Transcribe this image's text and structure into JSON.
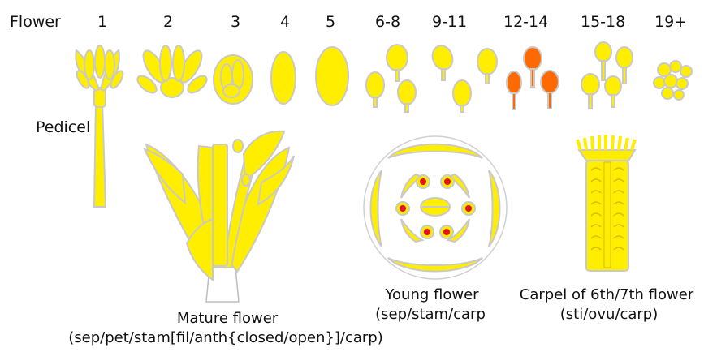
{
  "header": {
    "row_label": "Flower",
    "stages": [
      "1",
      "2",
      "3",
      "4",
      "5",
      "6-8",
      "9-11",
      "12-14",
      "15-18",
      "19+"
    ]
  },
  "labels": {
    "pedicel": "Pedicel",
    "mature_title": "Mature flower",
    "mature_parts": "(sep/pet/stam[fil/anth{closed/open}]/carp)",
    "young_title": "Young flower",
    "young_parts": "(sep/stam/carp",
    "carpel_title": "Carpel of 6th/7th flower",
    "carpel_parts": "(sti/ovu/carp)"
  },
  "colors": {
    "organ": "#ffee00",
    "highlight": "#ff6a00",
    "anther_dot": "#e8101e",
    "outline": "#c9c9c9"
  }
}
